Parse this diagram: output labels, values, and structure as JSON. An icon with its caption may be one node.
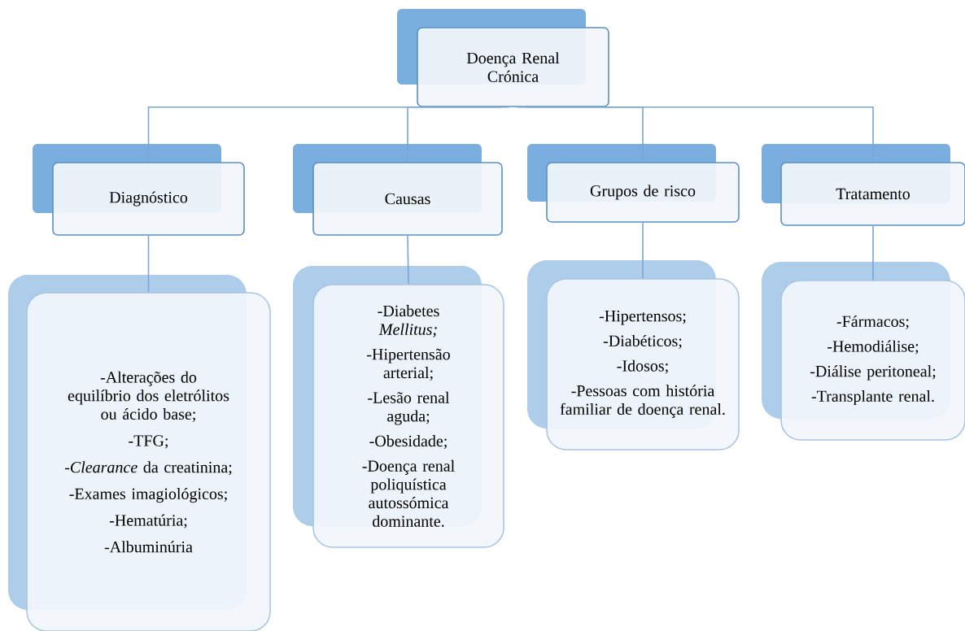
{
  "diagram": {
    "nodes": [
      {
        "text": [
          "Doença Renal Crónica"
        ]
      },
      {
        "text": [
          "Diagnóstico"
        ]
      },
      {
        "text": [
          "Causas"
        ]
      },
      {
        "text": [
          "Grupos de risco"
        ]
      },
      {
        "text": [
          "Tratamento"
        ]
      },
      {
        "text": [
          "-Alterações do equilíbrio dos eletrólitos ou ácido base;",
          "-TFG;",
          "-*Clearance* da creatinina;",
          "-Exames imagiológicos;",
          "-Hematúria;",
          "-Albuminúria"
        ]
      },
      {
        "text": [
          "-Diabetes *Mellitus;*",
          "-Hipertensão arterial;",
          "-Lesão renal aguda;",
          "-Obesidade;",
          "-Doença renal poliquística autossómica dominante."
        ]
      },
      {
        "text": [
          "-Hipertensos;",
          "-Diabéticos;",
          "-Idosos;",
          "-Pessoas com história familiar de doença renal."
        ]
      },
      {
        "text": [
          "-Fármacos;",
          "-Hemodiálise;",
          "-Diálise peritoneal;",
          "-Transplante renal."
        ]
      }
    ],
    "edges": [
      {
        "from": 0,
        "to": 1,
        "arrow": "none"
      },
      {
        "from": 0,
        "to": 2,
        "arrow": "none"
      },
      {
        "from": 0,
        "to": 3,
        "arrow": "none"
      },
      {
        "from": 0,
        "to": 4,
        "arrow": "none"
      },
      {
        "from": 1,
        "to": 5,
        "arrow": "none"
      },
      {
        "from": 2,
        "to": 6,
        "arrow": "none"
      },
      {
        "from": 3,
        "to": 7,
        "arrow": "none"
      },
      {
        "from": 4,
        "to": 8,
        "arrow": "none"
      }
    ]
  }
}
